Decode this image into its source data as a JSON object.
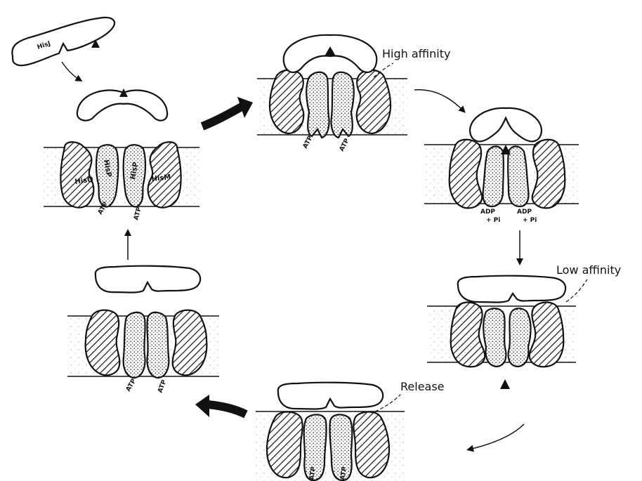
{
  "labels": {
    "hisj": "HisJ",
    "hisq": "HisQ",
    "hisp_left": "HisP",
    "hisp_right": "HisP",
    "hism": "HisM",
    "atp": "ATP",
    "adp": "ADP",
    "pi": "+ Pi",
    "high_affinity": "High affinity",
    "low_affinity": "Low affinity",
    "release": "Release"
  },
  "colors": {
    "ink": "#111111",
    "background": "#ffffff"
  },
  "icons": {
    "ligand": "black-triangle",
    "flow": "curved-arrow"
  }
}
